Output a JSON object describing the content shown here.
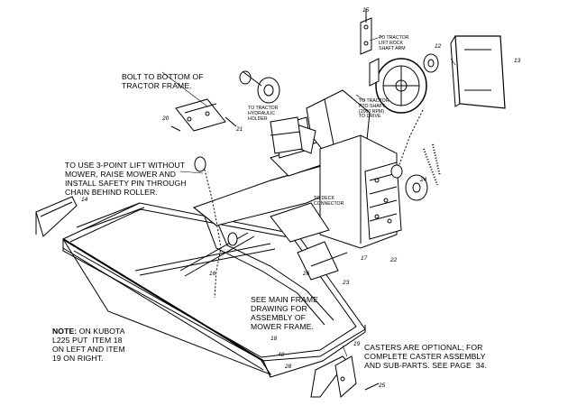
{
  "notes": {
    "bolt_bottom": "BOLT TO BOTTOM OF\nTRACTOR FRAME.",
    "three_point": "TO USE 3-POINT LIFT WITHOUT\nMOWER, RAISE MOWER AND\nINSTALL SAFETY PIN THROUGH\nCHAIN BEHIND ROLLER.",
    "main_frame": "SEE MAIN FRAME\nDRAWING FOR\nASSEMBLY OF\nMOWER FRAME.",
    "kubota_lead": "NOTE:",
    "kubota_rest": " ON KUBOTA\nL225 PUT  ITEM 18\nON LEFT AND ITEM\n19 ON RIGHT.",
    "casters": "CASTERS ARE OPTIONAL; FOR\nCOMPLETE CASTER ASSEMBLY\nAND SUB-PARTS. SEE PAGE  34."
  },
  "small_labels": {
    "lift_rock": "TO TRACTOR\nLIFT ROCK\nSHAFT ARM",
    "pto_shaft": "TO TRACTOR\nPTO SHAFT\n(2000 RPM)\nTO DRIVE",
    "hydraulic": "TO TRACTOR\nHYDRAULIC\nHOLDER",
    "deck_conn": "TO DECK\nCONNECTOR"
  },
  "callouts": [
    "13",
    "12",
    "15",
    "20",
    "21",
    "19",
    "14",
    "17",
    "22",
    "23",
    "18",
    "16",
    "26",
    "25",
    "28",
    "40",
    "24"
  ]
}
